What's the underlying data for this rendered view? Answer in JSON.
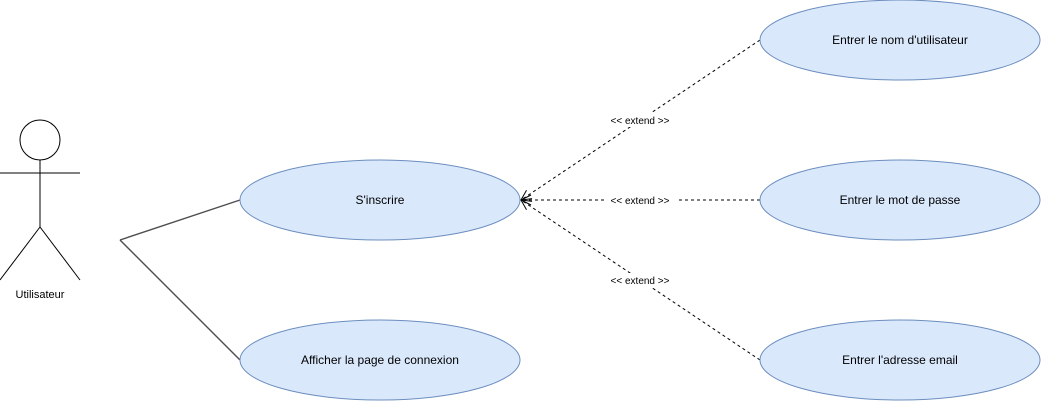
{
  "colors": {
    "usecase_fill": "#dae8fc",
    "usecase_stroke": "#6c8ebf",
    "line": "#000000",
    "assoc_line": "#4d4d4d"
  },
  "actor": {
    "label": "Utilisateur",
    "icon": "stick-figure-icon"
  },
  "usecases": {
    "inscrire": "S'inscrire",
    "connexion": "Afficher la page de connexion",
    "nom": "Entrer le nom d'utilisateur",
    "mdp": "Entrer le mot de passe",
    "email": "Entrer l'adresse email"
  },
  "relations": {
    "extend_nom": "<< extend >>",
    "extend_mdp": "<< extend >>",
    "extend_email": "<< extend >>"
  }
}
